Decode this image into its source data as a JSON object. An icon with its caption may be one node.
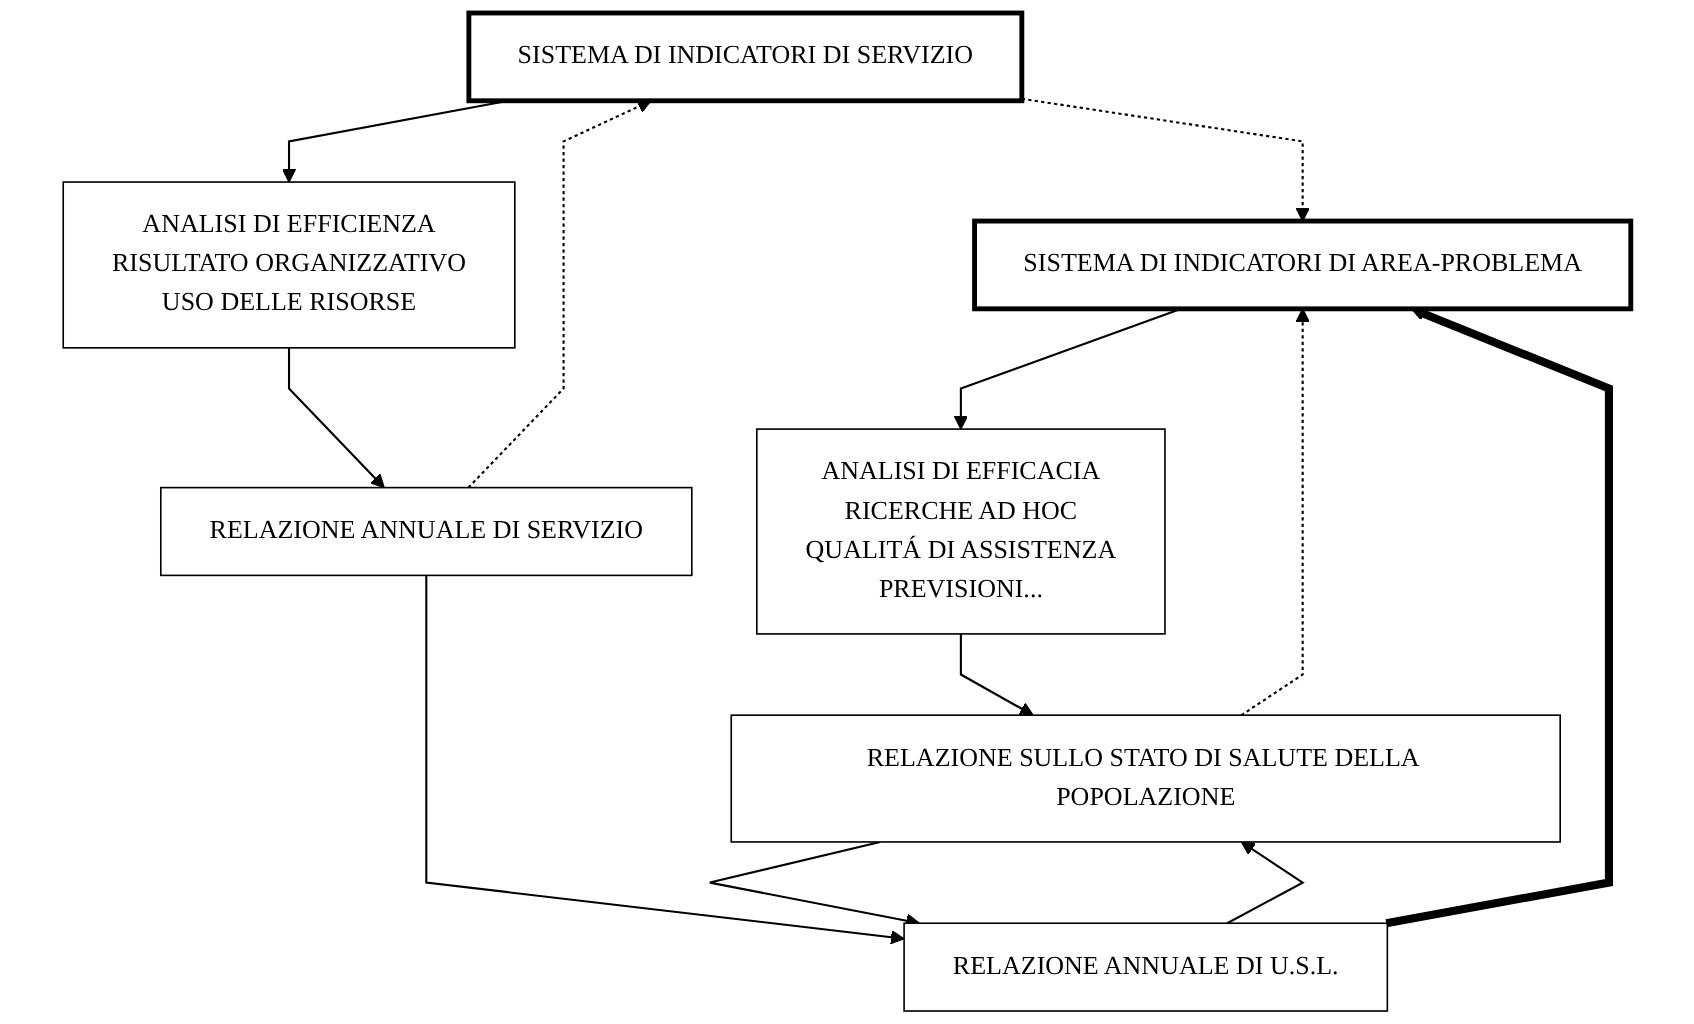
{
  "diagram": {
    "nodes": [
      {
        "text": [
          "SISTEMA DI INDICATORI DI SERVIZIO"
        ]
      },
      {
        "text": [
          "SISTEMA DI INDICATORI DI AREA-PROBLEMA"
        ]
      },
      {
        "text": [
          "ANALISI DI EFFICIENZA",
          "RISULTATO ORGANIZZATIVO",
          "USO DELLE RISORSE"
        ]
      },
      {
        "text": [
          "ANALISI DI EFFICACIA",
          "RICERCHE AD HOC",
          "QUALITÁ DI ASSISTENZA",
          "PREVISIONI..."
        ]
      },
      {
        "text": [
          "RELAZIONE ANNUALE DI SERVIZIO"
        ]
      },
      {
        "text": [
          "RELAZIONE ANNUALE DI U.S.L."
        ]
      },
      {
        "text": [
          "RELAZIONE SULLO STATO DI SALUTE DELLA POPOLAZIONE"
        ]
      }
    ],
    "edges": [
      {
        "from": 0,
        "to": 1,
        "arrow": "to",
        "style": "dashed"
      },
      {
        "from": 0,
        "to": 2,
        "arrow": "to"
      },
      {
        "from": 1,
        "to": 3,
        "arrow": "to"
      },
      {
        "from": 2,
        "to": 4,
        "arrow": "to"
      },
      {
        "from": 3,
        "to": 6,
        "arrow": "to"
      },
      {
        "from": 4,
        "to": 5,
        "arrow": "to"
      },
      {
        "from": 5,
        "to": 6,
        "arrow": "to"
      },
      {
        "from": 6,
        "to": 5,
        "arrow": "to"
      },
      {
        "from": 5,
        "to": 1,
        "arrow": "to",
        "style": "thick"
      },
      {
        "from": 4,
        "to": 0,
        "arrow": "to",
        "style": "dashed"
      },
      {
        "from": 6,
        "to": 1,
        "arrow": "to",
        "style": "dashed"
      }
    ]
  }
}
